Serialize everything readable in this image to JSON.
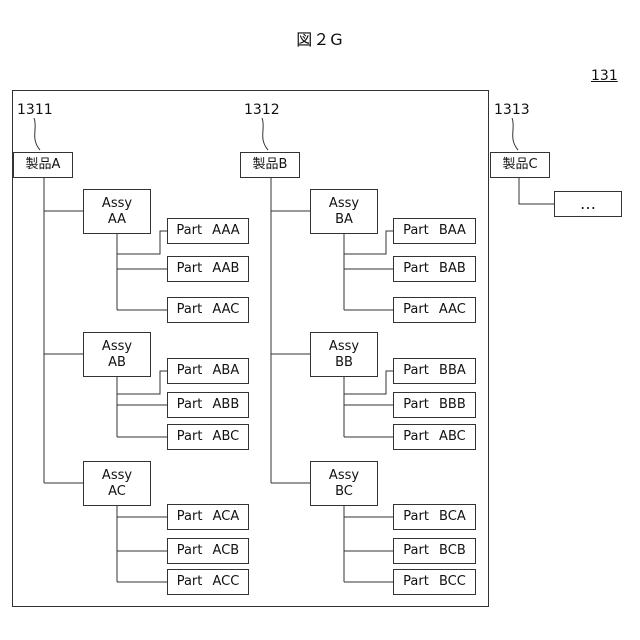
{
  "figure_title": "図２G",
  "ref_main": "131",
  "products": [
    {
      "ref": "1311",
      "label": "製品A",
      "assemblies": [
        {
          "label": "Assy\nAA",
          "parts": [
            "Part AAA",
            "Part AAB",
            "Part AAC"
          ]
        },
        {
          "label": "Assy\nAB",
          "parts": [
            "Part ABA",
            "Part ABB",
            "Part ABC"
          ]
        },
        {
          "label": "Assy\nAC",
          "parts": [
            "Part ACA",
            "Part ACB",
            "Part ACC"
          ]
        }
      ]
    },
    {
      "ref": "1312",
      "label": "製品B",
      "assemblies": [
        {
          "label": "Assy\nBA",
          "parts": [
            "Part BAA",
            "Part BAB",
            "Part AAC"
          ]
        },
        {
          "label": "Assy\nBB",
          "parts": [
            "Part BBA",
            "Part BBB",
            "Part ABC"
          ]
        },
        {
          "label": "Assy\nBC",
          "parts": [
            "Part BCA",
            "Part BCB",
            "Part BCC"
          ]
        }
      ]
    },
    {
      "ref": "1313",
      "label": "製品C",
      "ellipsis": "…"
    }
  ]
}
